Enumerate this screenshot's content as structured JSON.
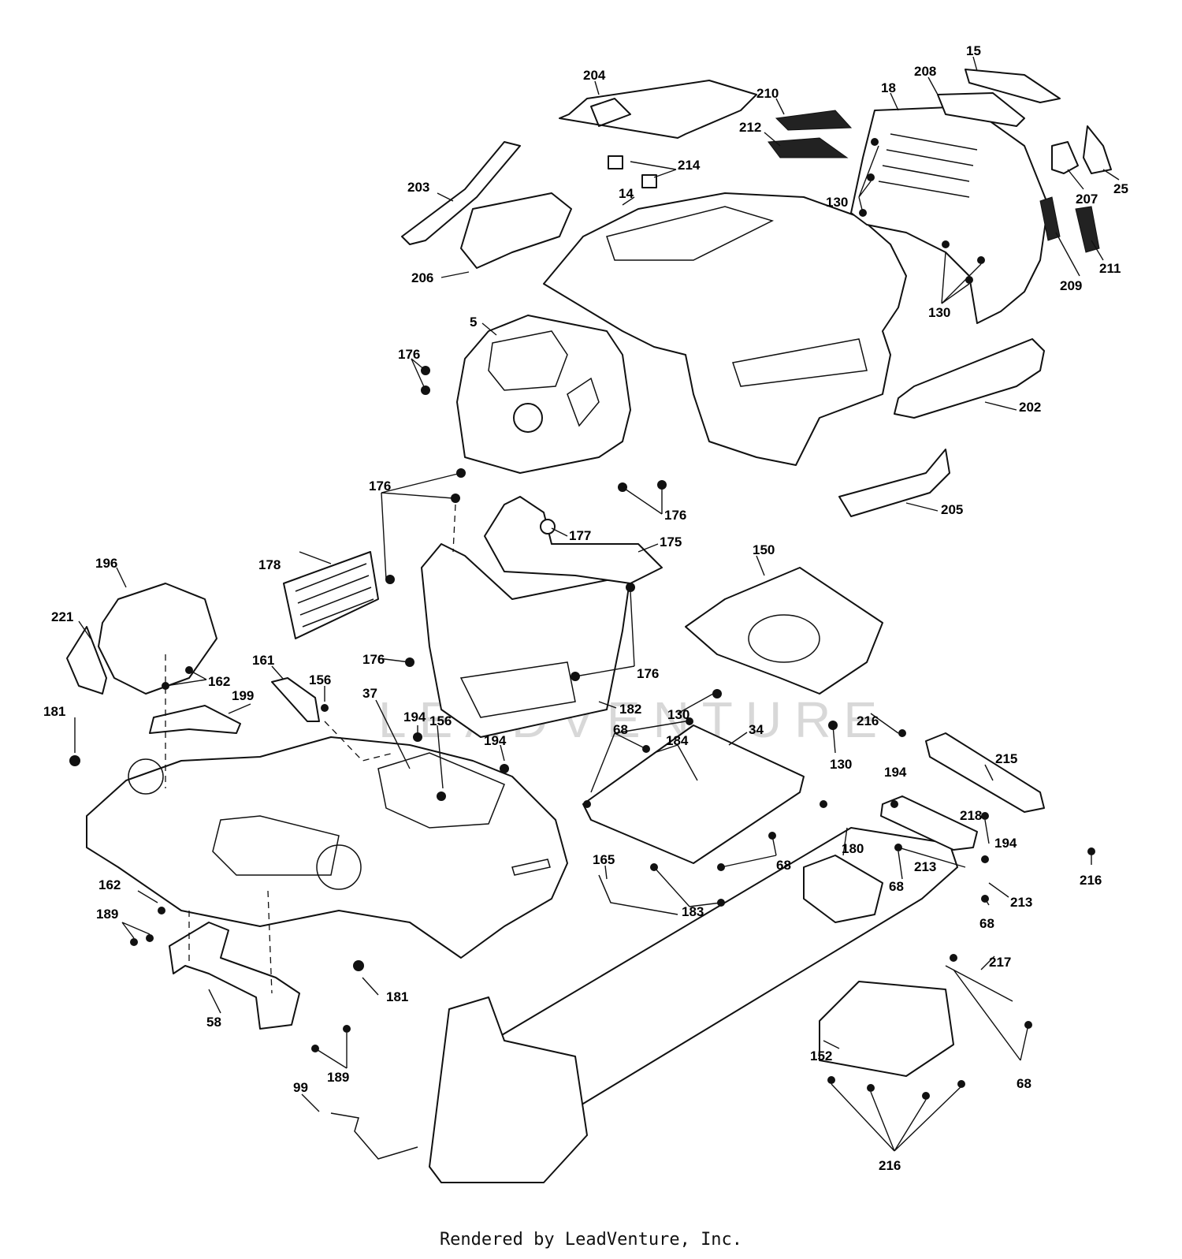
{
  "diagram": {
    "watermark": "LEADVENTURE",
    "credit": "Rendered by LeadVenture, Inc.",
    "callouts": [
      "5",
      "14",
      "15",
      "18",
      "25",
      "34",
      "37",
      "58",
      "68",
      "99",
      "130",
      "150",
      "152",
      "156",
      "161",
      "162",
      "165",
      "175",
      "176",
      "177",
      "178",
      "180",
      "181",
      "182",
      "183",
      "184",
      "189",
      "194",
      "196",
      "199",
      "202",
      "203",
      "204",
      "205",
      "206",
      "207",
      "208",
      "209",
      "210",
      "211",
      "212",
      "213",
      "214",
      "215",
      "216",
      "217",
      "218",
      "221"
    ]
  }
}
